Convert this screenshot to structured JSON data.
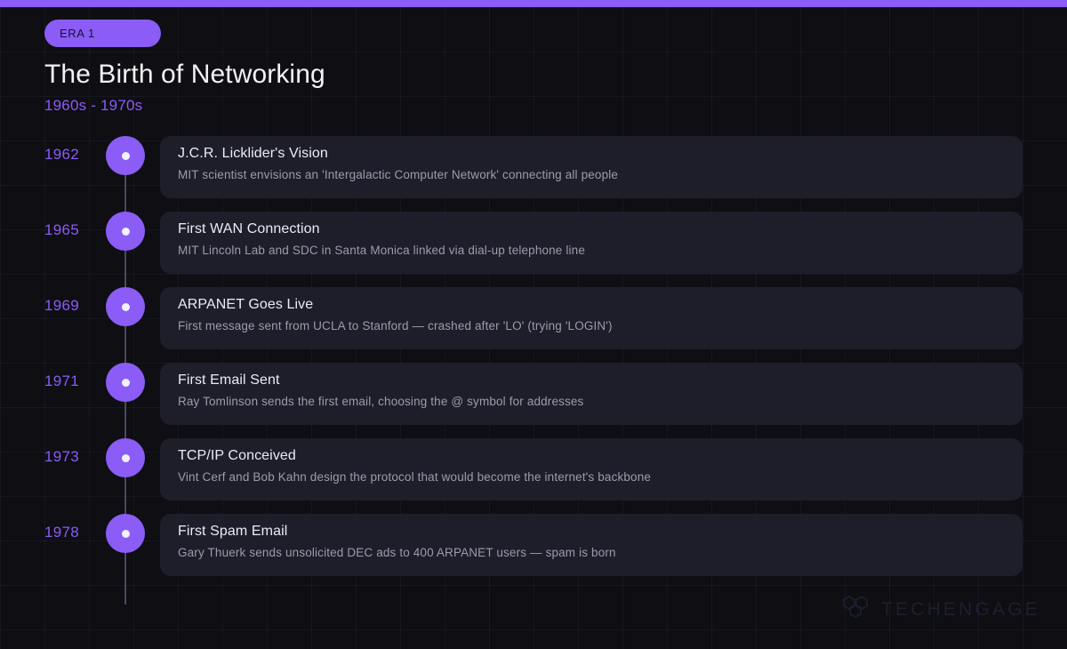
{
  "header": {
    "era_badge": "ERA 1",
    "title": "The Birth of Networking",
    "subtitle": "1960s - 1970s"
  },
  "colors": {
    "accent": "#8b5cf6",
    "page_background": "#0e0e13",
    "card_background": "#1e1e2a",
    "axis": "#4a4a5e",
    "title_text": "#f2f2f5",
    "body_text": "#9b9bab",
    "watermark": "#2b3047"
  },
  "timeline": {
    "events": [
      {
        "year": "1962",
        "title": "J.C.R. Licklider's Vision",
        "description": "MIT scientist envisions an 'Intergalactic Computer Network' connecting all people"
      },
      {
        "year": "1965",
        "title": "First WAN Connection",
        "description": "MIT Lincoln Lab and SDC in Santa Monica linked via dial-up telephone line"
      },
      {
        "year": "1969",
        "title": "ARPANET Goes Live",
        "description": "First message sent from UCLA to Stanford — crashed after 'LO' (trying 'LOGIN')"
      },
      {
        "year": "1971",
        "title": "First Email Sent",
        "description": "Ray Tomlinson sends the first email, choosing the @ symbol for addresses"
      },
      {
        "year": "1973",
        "title": "TCP/IP Conceived",
        "description": "Vint Cerf and Bob Kahn design the protocol that would become the internet's backbone"
      },
      {
        "year": "1978",
        "title": "First Spam Email",
        "description": "Gary Thuerk sends unsolicited DEC ads to 400 ARPANET users — spam is born"
      }
    ]
  },
  "watermark": {
    "text": "TECHENGAGE",
    "logo_icon": "hexagon-cluster-icon"
  }
}
